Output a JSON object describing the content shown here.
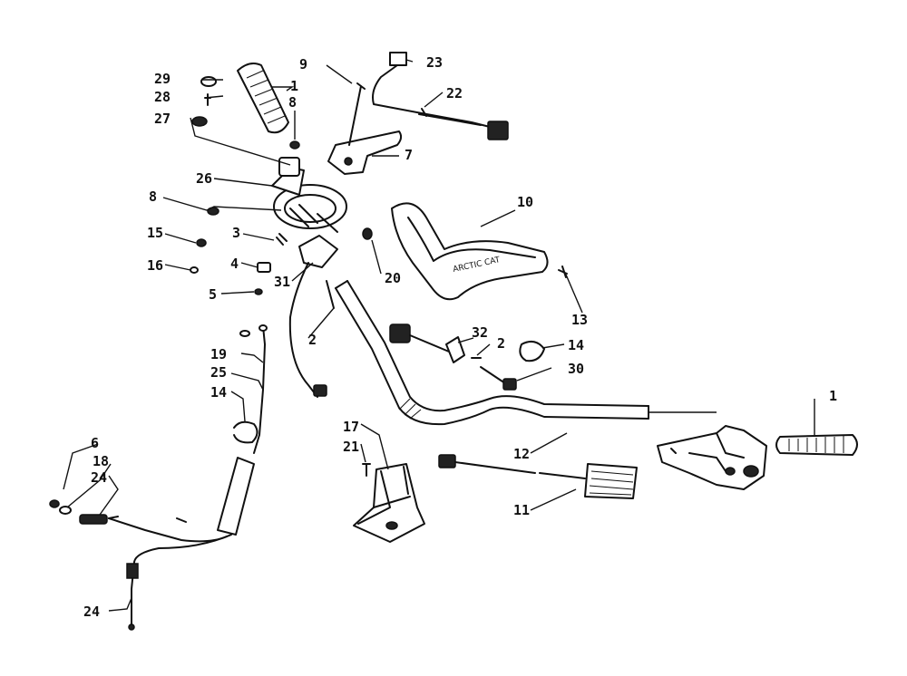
{
  "diagram": {
    "callouts": {
      "n1_top": "1",
      "n1_right": "1",
      "n2_center": "2",
      "n2_right": "2",
      "n3": "3",
      "n4": "4",
      "n5": "5",
      "n6": "6",
      "n7": "7",
      "n8_top": "8",
      "n8_left": "8",
      "n9": "9",
      "n10": "10",
      "n11": "11",
      "n12": "12",
      "n13": "13",
      "n14_right": "14",
      "n14_left": "14",
      "n15": "15",
      "n16": "16",
      "n17": "17",
      "n18": "18",
      "n19": "19",
      "n20": "20",
      "n21": "21",
      "n22": "22",
      "n23": "23",
      "n24_upper": "24",
      "n24_lower": "24",
      "n25": "25",
      "n26": "26",
      "n27": "27",
      "n28": "28",
      "n29": "29",
      "n30": "30",
      "n31": "31",
      "n32": "32"
    },
    "pad_brand_text": "ARCTIC CAT"
  }
}
